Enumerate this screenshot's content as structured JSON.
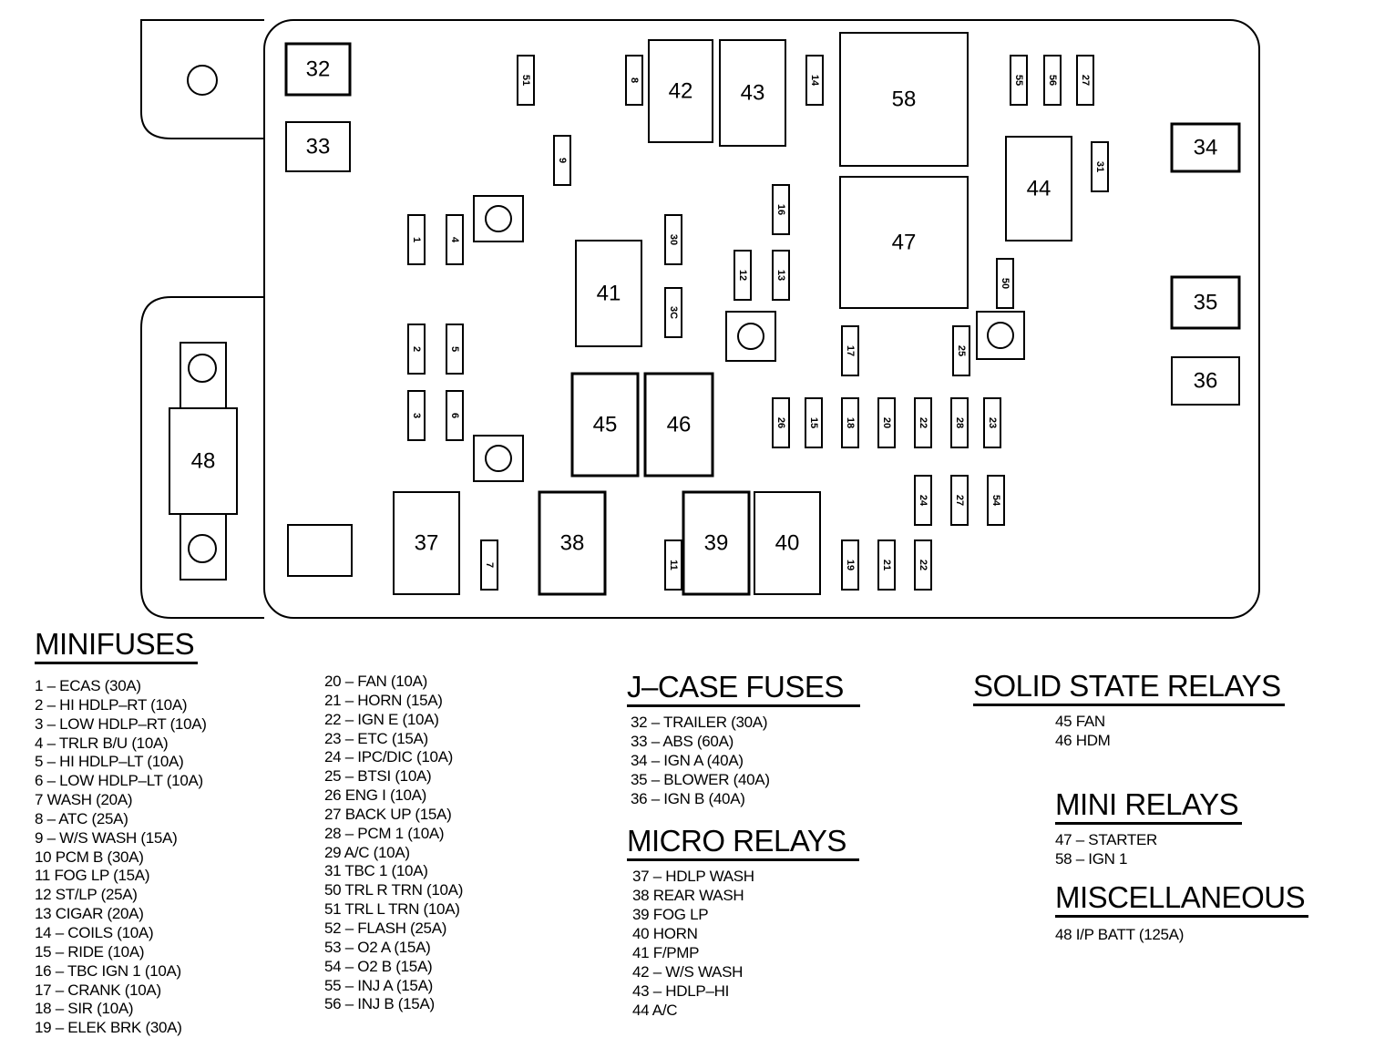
{
  "diagram": {
    "relays": [
      {
        "label": "32"
      },
      {
        "label": "33"
      },
      {
        "label": "42"
      },
      {
        "label": "43"
      },
      {
        "label": "58"
      },
      {
        "label": "34"
      },
      {
        "label": "44"
      },
      {
        "label": "47"
      },
      {
        "label": "41"
      },
      {
        "label": "35"
      },
      {
        "label": "36"
      },
      {
        "label": "45"
      },
      {
        "label": "46"
      },
      {
        "label": "48"
      },
      {
        "label": "37"
      },
      {
        "label": "38"
      },
      {
        "label": "39"
      },
      {
        "label": "40"
      }
    ],
    "fuses": [
      {
        "label": "51"
      },
      {
        "label": "8"
      },
      {
        "label": "14"
      },
      {
        "label": "55"
      },
      {
        "label": "56"
      },
      {
        "label": "27"
      },
      {
        "label": "9"
      },
      {
        "label": "31"
      },
      {
        "label": "1"
      },
      {
        "label": "4"
      },
      {
        "label": "16"
      },
      {
        "label": "30"
      },
      {
        "label": "12"
      },
      {
        "label": "13"
      },
      {
        "label": "3C"
      },
      {
        "label": "50"
      },
      {
        "label": "2"
      },
      {
        "label": "5"
      },
      {
        "label": "17"
      },
      {
        "label": "25"
      },
      {
        "label": "3"
      },
      {
        "label": "6"
      },
      {
        "label": "26"
      },
      {
        "label": "15"
      },
      {
        "label": "18"
      },
      {
        "label": "20"
      },
      {
        "label": "22"
      },
      {
        "label": "28"
      },
      {
        "label": "23"
      },
      {
        "label": "24"
      },
      {
        "label": "27"
      },
      {
        "label": "54"
      },
      {
        "label": "7"
      },
      {
        "label": "11"
      },
      {
        "label": "19"
      },
      {
        "label": "21"
      },
      {
        "label": "22"
      }
    ]
  },
  "legend": {
    "minifuses": {
      "title": "MINIFUSES",
      "col1": [
        "1 – ECAS    (30A)",
        "2 – HI HDLP–RT    (10A)",
        "3 – LOW HDLP–RT    (10A)",
        "4 – TRLR B/U    (10A)",
        "5 – HI HDLP–LT    (10A)",
        "6 – LOW HDLP–LT    (10A)",
        "7    WASH    (20A)",
        "8 – ATC    (25A)",
        "9 – W/S WASH    (15A)",
        "10    PCM B    (30A)",
        "11    FOG LP    (15A)",
        "12    ST/LP    (25A)",
        "13    CIGAR    (20A)",
        "14 – COILS    (10A)",
        "15 – RIDE    (10A)",
        "16 – TBC IGN 1    (10A)",
        "17 – CRANK    (10A)",
        "18 – SIR    (10A)",
        "19 – ELEK BRK    (30A)"
      ],
      "col2": [
        "20 – FAN    (10A)",
        "21 – HORN    (15A)",
        "22 – IGN E    (10A)",
        "23 – ETC    (15A)",
        "24 – IPC/DIC    (10A)",
        "25 – BTSI    (10A)",
        "26    ENG I    (10A)",
        "27    BACK UP    (15A)",
        "28 – PCM 1    (10A)",
        "29    A/C    (10A)",
        "31    TBC 1    (10A)",
        "50    TRL R TRN    (10A)",
        "51    TRL L TRN    (10A)",
        "52 – FLASH    (25A)",
        "53 – O2 A    (15A)",
        "54 – O2 B    (15A)",
        "55 – INJ A    (15A)",
        "56 – INJ B    (15A)"
      ]
    },
    "jcase": {
      "title": "J–CASE FUSES",
      "items": [
        "32 – TRAILER    (30A)",
        "33 – ABS    (60A)",
        "34 – IGN A    (40A)",
        "35 – BLOWER    (40A)",
        "36 – IGN B    (40A)"
      ]
    },
    "micro": {
      "title": "MICRO RELAYS",
      "items": [
        "37 – HDLP WASH",
        "38    REAR WASH",
        "39    FOG LP",
        "40    HORN",
        "41    F/PMP",
        "42 – W/S WASH",
        "43 – HDLP–HI",
        "44    A/C"
      ]
    },
    "solid": {
      "title": "SOLID STATE RELAYS",
      "items": [
        "45    FAN",
        "46    HDM"
      ]
    },
    "mini": {
      "title": "MINI RELAYS",
      "items": [
        "47 – STARTER",
        "58 – IGN 1"
      ]
    },
    "misc": {
      "title": "MISCELLANEOUS",
      "items": [
        "48    I/P BATT    (125A)"
      ]
    }
  }
}
